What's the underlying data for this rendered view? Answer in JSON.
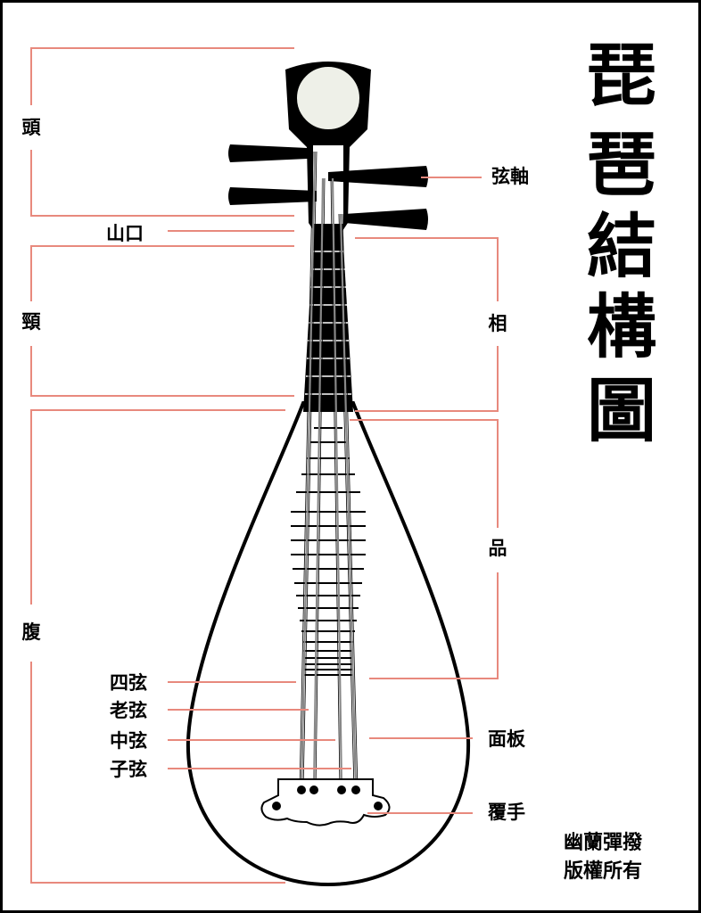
{
  "title_chars": [
    "琵",
    "琶",
    "結",
    "構",
    "圖"
  ],
  "labels": {
    "head": "頭",
    "nut": "山口",
    "neck": "頸",
    "belly": "腹",
    "tuning_pegs": "弦軸",
    "xiang": "相",
    "pin": "品",
    "string4": "四弦",
    "string3": "老弦",
    "string2": "中弦",
    "string1": "子弦",
    "soundboard": "面板",
    "bridge": "覆手"
  },
  "credit": [
    "幽蘭彈撥",
    "版權所有"
  ],
  "colors": {
    "leader": "#e8897d",
    "outline": "#000000",
    "string": "#888888",
    "head_disc": "#eef0e8",
    "background": "#ffffff"
  }
}
